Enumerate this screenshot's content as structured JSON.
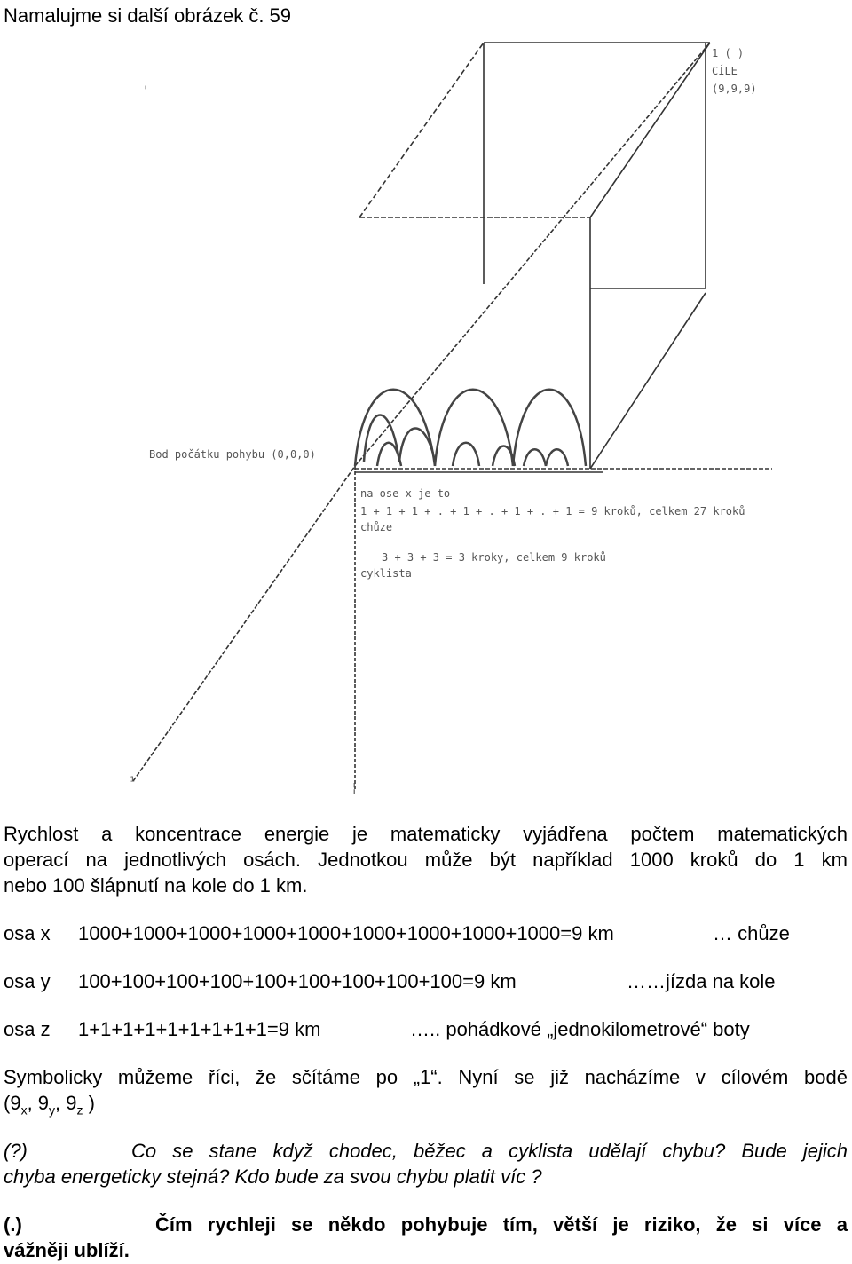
{
  "heading": "Namalujme si další obrázek č. 59",
  "figure": {
    "goal_label": [
      "1 ( ) ",
      "CÍLE",
      "(9,9,9)"
    ],
    "start_label": "Bod počátku pohybu (0,0,0)",
    "note_line1": "na ose x je to",
    "note_line2": "1 + 1 + 1 + . + 1 + . + 1 + . + 1 = 9 kroků, celkem 27 kroků",
    "note_line3": "chůze",
    "note_line4": "3 + 3 + 3 = 3 kroky, celkem 9 kroků",
    "note_line5": "cyklista"
  },
  "intro": [
    "Rychlost a koncentrace energie je matematicky vyjádřena počtem matematických",
    "operací na jednotlivých osách. Jednotkou může být například 1000 kroků do 1 km",
    "nebo 100 šlápnutí na kole do 1 km."
  ],
  "axes": [
    {
      "axis": "osa x",
      "sum": "1000+1000+1000+1000+1000+1000+1000+1000+1000=9 km",
      "mode": "… chůze"
    },
    {
      "axis": "osa y",
      "sum": "100+100+100+100+100+100+100+100+100=9 km",
      "mode": "……jízda na kole"
    },
    {
      "axis": "osa z",
      "sum": "1+1+1+1+1+1+1+1+1=9 km",
      "mode": "….. pohádkové „jednokilometrové“ boty"
    }
  ],
  "symbolic": {
    "line1": "Symbolicky můžeme říci, že sčítáme po „1“. Nyní se již nacházíme v cílovém bodě",
    "open": "(9",
    "sub_x": "x",
    "sep1": ", 9",
    "sub_y": "y",
    "sep2": ", 9",
    "sub_z": "z",
    "close": " )"
  },
  "question": {
    "mark": "(?)",
    "line1": "Co se stane když chodec, běžec a cyklista udělají chybu? Bude jejich",
    "line2": "chyba energeticky stejná? Kdo bude za svou chybu platit víc ?"
  },
  "statement": {
    "mark": "(.)",
    "line1": "Čím rychleji se někdo pohybuje tím, větší je riziko, že si více a",
    "line2": "vážněji ublíží."
  }
}
